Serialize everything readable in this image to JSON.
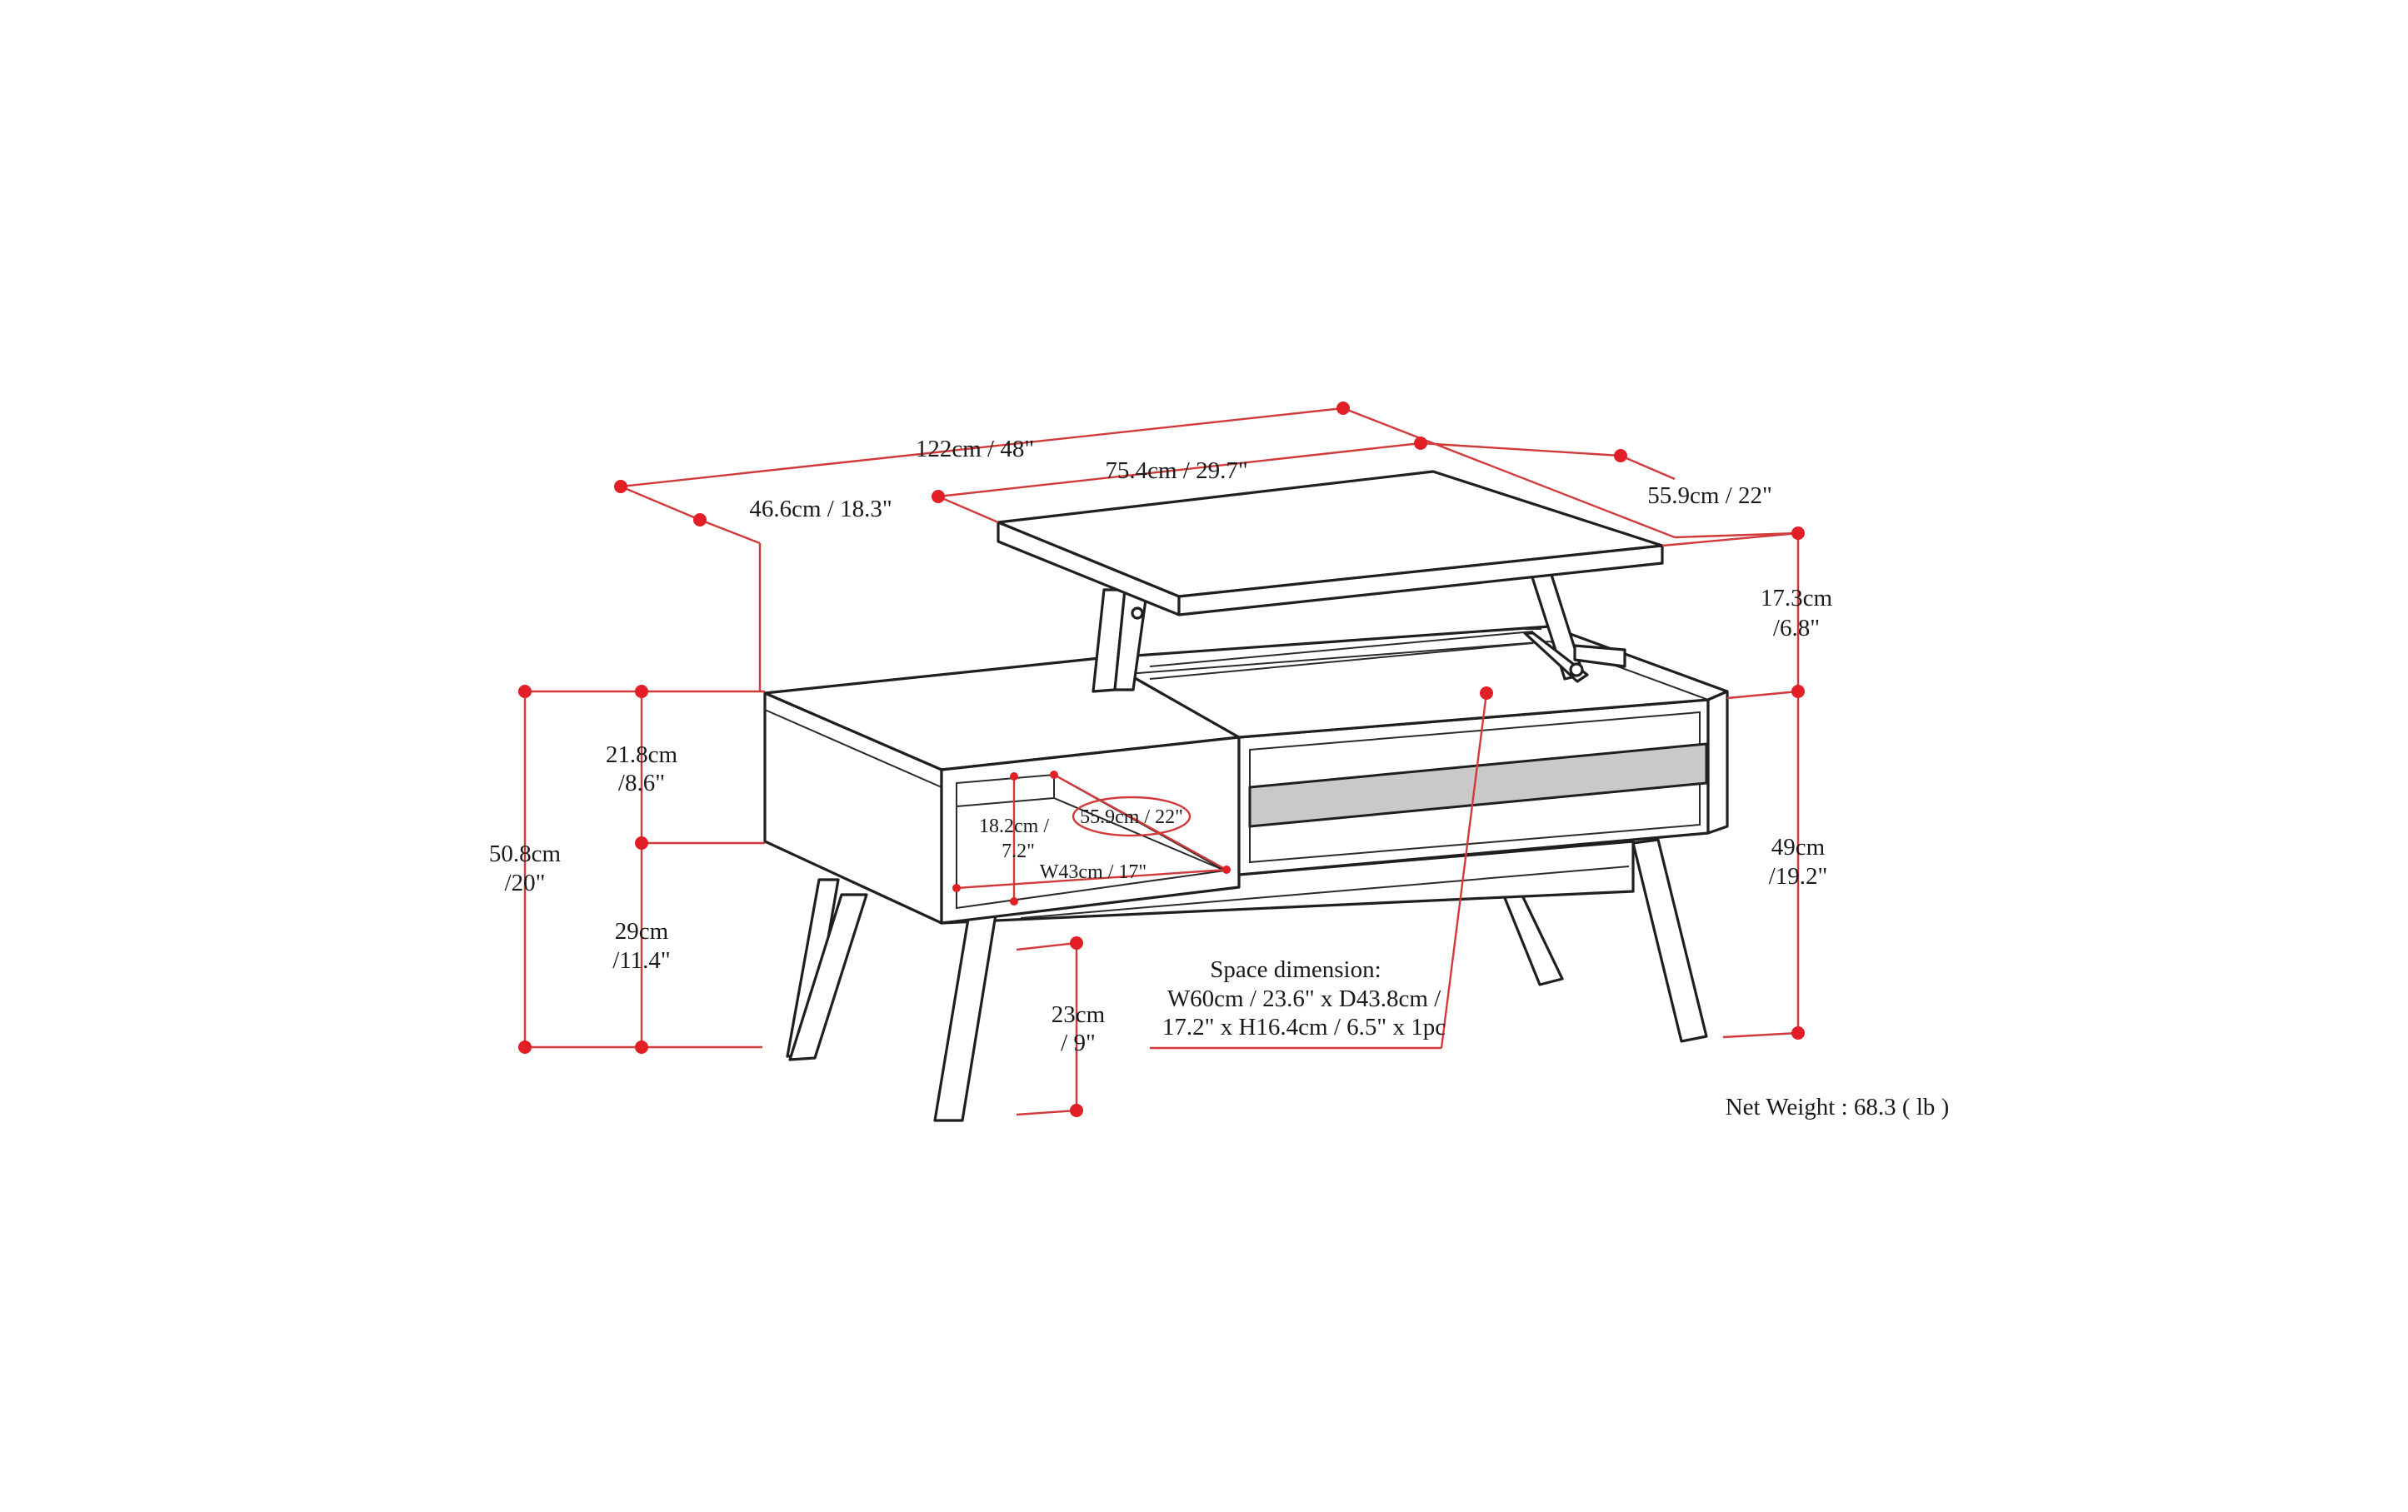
{
  "diagram": {
    "labels": {
      "overall_width": "122cm / 48\"",
      "lift_top_width": "75.4cm / 29.7\"",
      "left_section_width": "46.6cm / 18.3\"",
      "depth": "55.9cm / 22\"",
      "lift_height_cm": "17.3cm",
      "lift_height_in": "/6.8\"",
      "top_thickness_cm": "21.8cm",
      "top_thickness_in": "/8.6\"",
      "total_height_cm": "50.8cm",
      "total_height_in": "/20\"",
      "leg_height_cm": "29cm",
      "leg_height_in": "/11.4\"",
      "clearance_cm": "23cm",
      "clearance_in": "/ 9\"",
      "table_height_cm": "49cm",
      "table_height_in": "/19.2\"",
      "cubby_height_cm": "18.2cm /",
      "cubby_height_in": "7.2\"",
      "cubby_depth": "55.9cm / 22\"",
      "cubby_width": "W43cm / 17\"",
      "space_title": "Space dimension:",
      "space_line1": "W60cm / 23.6\" x D43.8cm /",
      "space_line2": "17.2\" x H16.4cm / 6.5\" x 1pc",
      "net_weight": "Net Weight : 68.3 ( lb )"
    },
    "colors": {
      "dimension_line": "#d23a3a",
      "dimension_dot": "#e21f26",
      "outline": "#1f1f1f",
      "panel_shade": "#c9c9c9"
    }
  }
}
